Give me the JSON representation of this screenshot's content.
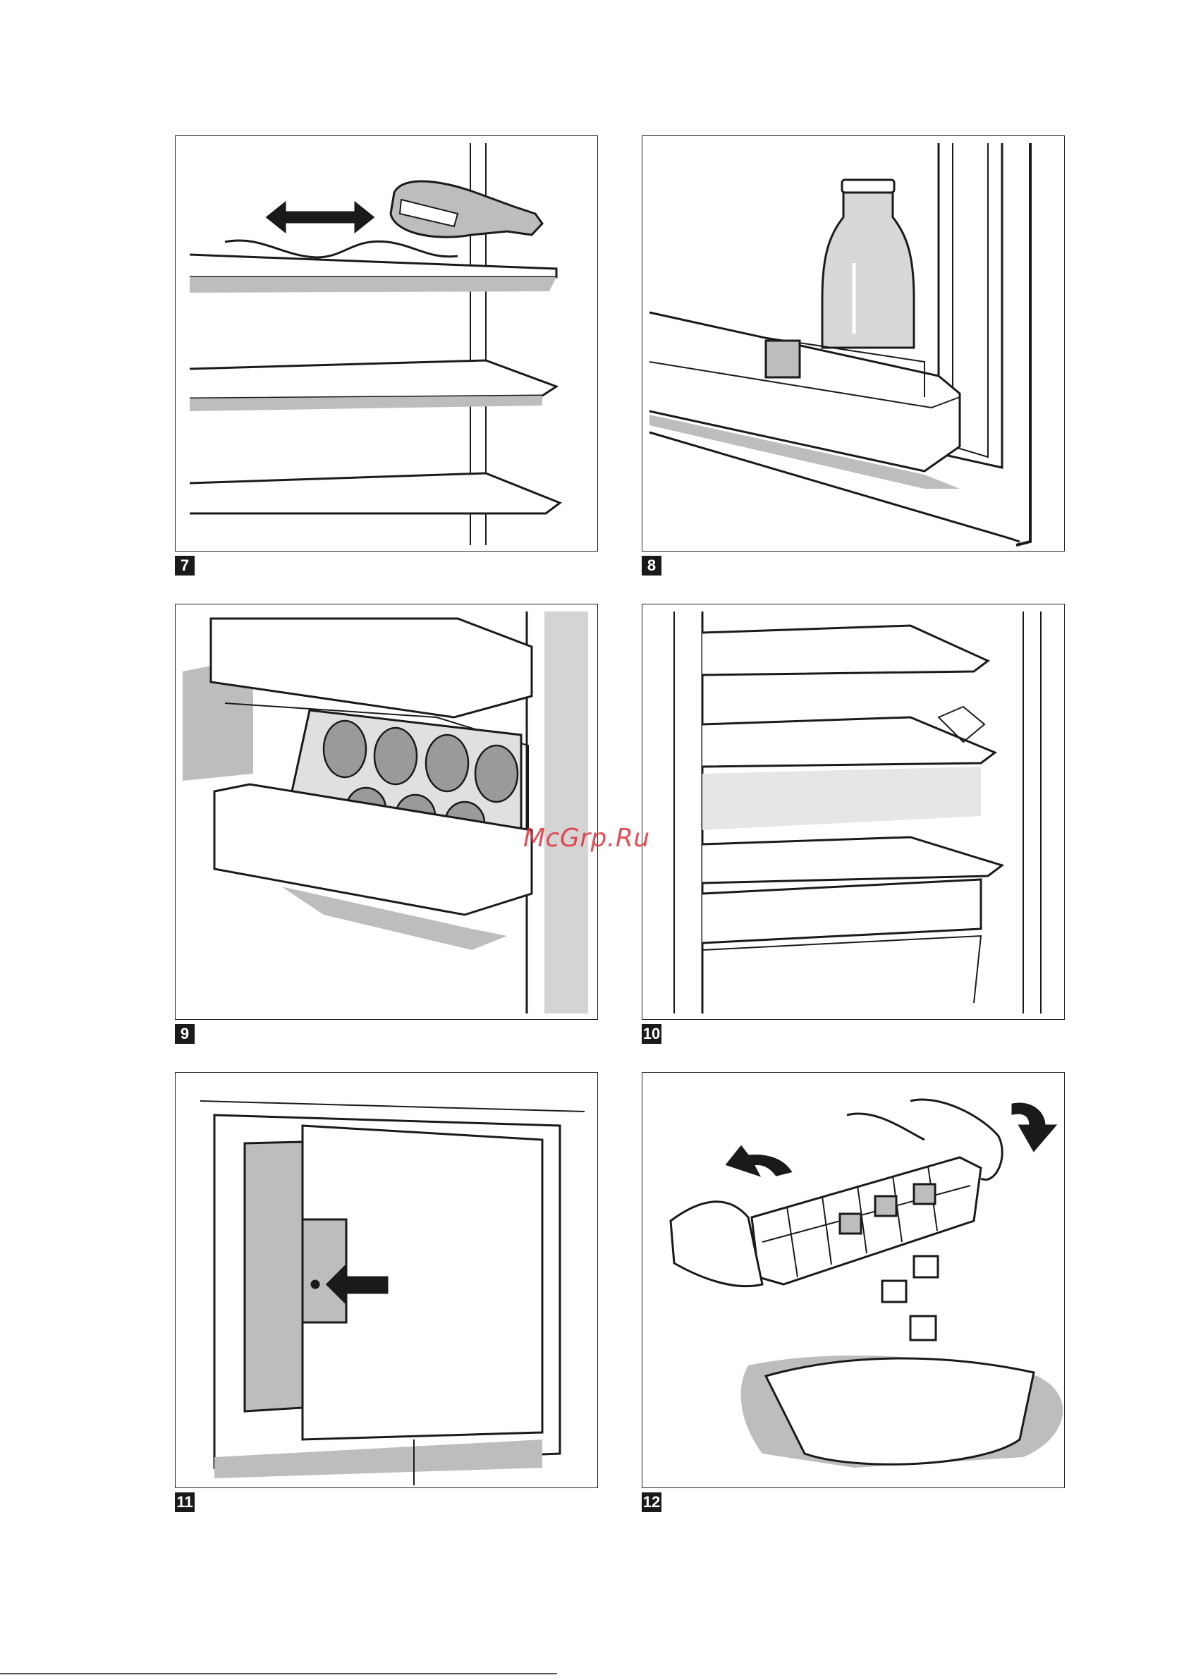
{
  "panels": [
    {
      "id": "fig-7",
      "label": "7",
      "subject": "wine-rack-shelves"
    },
    {
      "id": "fig-8",
      "label": "8",
      "subject": "door-bottle-shelf"
    },
    {
      "id": "fig-9",
      "label": "9",
      "subject": "egg-tray-door-shelf"
    },
    {
      "id": "fig-10",
      "label": "10",
      "subject": "shelves-and-vegetable-drawer"
    },
    {
      "id": "fig-11",
      "label": "11",
      "subject": "freezer-compartment-door"
    },
    {
      "id": "fig-12",
      "label": "12",
      "subject": "ice-cube-tray"
    }
  ],
  "watermark": "McGrp.Ru",
  "colors": {
    "line": "#1a1a1a",
    "shade": "#bdbdbd",
    "dark_shade": "#8c8c8c",
    "label_bg": "#1a1a1a",
    "watermark": "#e0303a"
  }
}
